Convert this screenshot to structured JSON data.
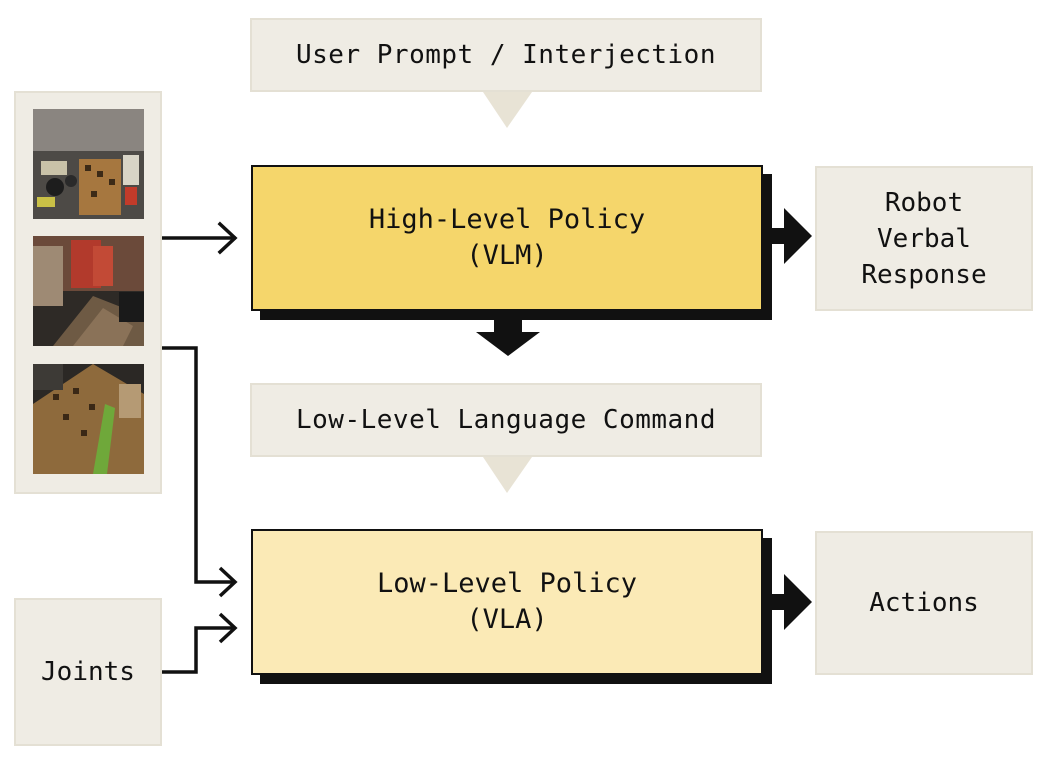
{
  "user_prompt": {
    "label": "User Prompt / Interjection"
  },
  "high_level_policy": {
    "label": "High-Level Policy\n(VLM)"
  },
  "robot_response": {
    "label": "Robot\nVerbal\nResponse"
  },
  "low_level_command": {
    "label": "Low-Level Language Command"
  },
  "low_level_policy": {
    "label": "Low-Level Policy\n(VLA)"
  },
  "actions": {
    "label": "Actions"
  },
  "joints": {
    "label": "Joints"
  },
  "camera_images": [
    {
      "name": "overhead-camera-view"
    },
    {
      "name": "wrist-camera-view-left"
    },
    {
      "name": "wrist-camera-view-right"
    }
  ],
  "colors": {
    "high_level_fill": "#f5d66b",
    "low_level_fill": "#fbeab6",
    "neutral_box": "#efece4",
    "hint_arrow": "#e8e3d5",
    "ink": "#111111"
  }
}
